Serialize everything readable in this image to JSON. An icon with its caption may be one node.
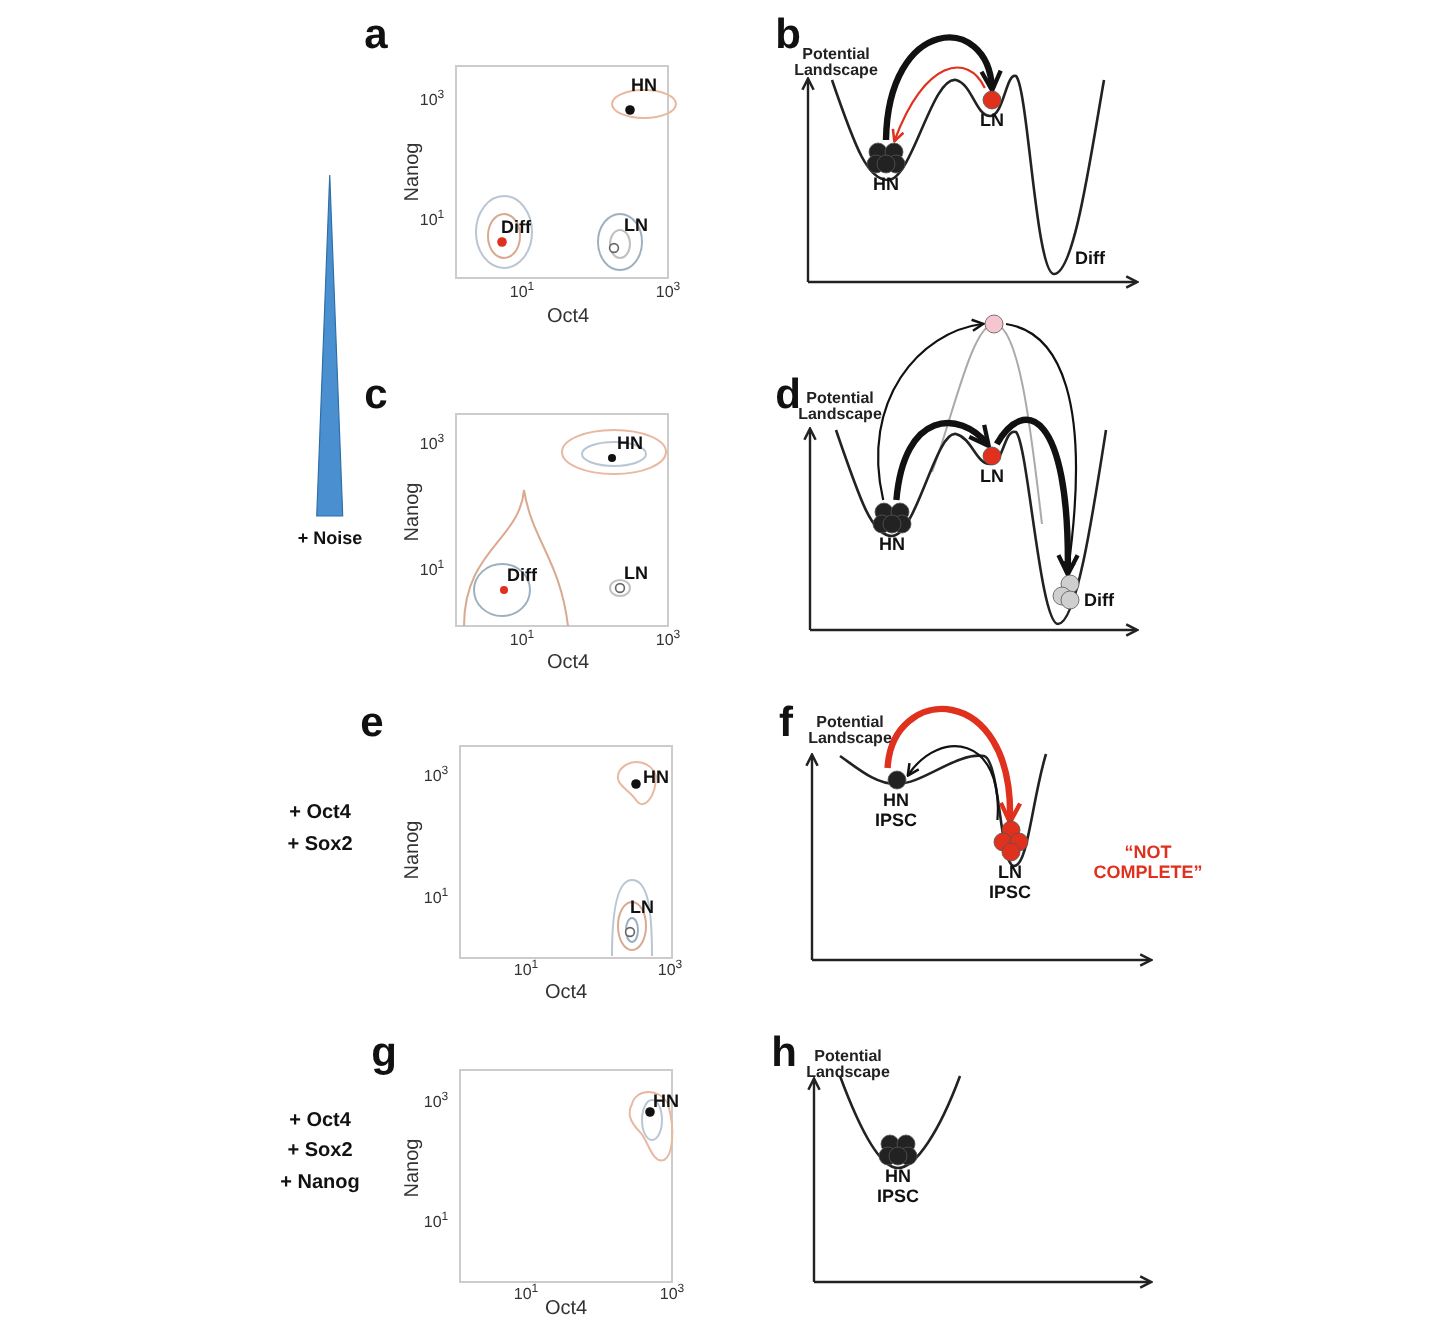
{
  "diagram": {
    "nodes": [
      {
        "text": [
          "HN"
        ]
      },
      {
        "text": [
          "LN"
        ]
      },
      {
        "text": [
          "Diff"
        ]
      },
      {
        "text": [
          "HN"
        ]
      },
      {
        "text": [
          "LN"
        ]
      },
      {
        "text": [
          "Diff"
        ]
      },
      {
        "text": [],
        "shape": "circle"
      },
      {
        "text": [
          "HN IPSC"
        ]
      },
      {
        "text": [
          "LN IPSC"
        ],
        "beside": [
          "“NOT COMPLETE”"
        ]
      },
      {
        "text": [
          "HN IPSC"
        ]
      },
      {
        "text": [
          "+ Noise"
        ]
      }
    ],
    "edges": [
      {
        "from": 0,
        "to": 1,
        "arrow": "to",
        "style": "thick"
      },
      {
        "from": 1,
        "to": 0,
        "arrow": "to",
        "color": "#e0301e"
      },
      {
        "from": 3,
        "to": 4,
        "arrow": "to",
        "style": "thick"
      },
      {
        "from": 4,
        "to": 5,
        "arrow": "to",
        "style": "thick"
      },
      {
        "from": 3,
        "to": 6,
        "arrow": "to"
      },
      {
        "from": 6,
        "to": 5,
        "arrow": "to"
      },
      {
        "from": 7,
        "to": 8,
        "arrow": "to",
        "style": "thick",
        "color": "#e0301e"
      },
      {
        "from": 8,
        "to": 7,
        "arrow": "to"
      }
    ],
    "labels": [
      "a",
      "b",
      "Potential Landscape",
      "Nanog",
      "10$^{3}$",
      "HN",
      "10$^{1}$",
      "Diff",
      "LN",
      "10$^{1}$",
      "10$^{3}$",
      "Oct4",
      "c",
      "d",
      "Potential Landscape",
      "Nanog",
      "10$^{3}$",
      "HN",
      "10$^{1}$",
      "Diff",
      "LN",
      "10$^{1}$",
      "10$^{3}$",
      "Oct4",
      "e",
      "f",
      "Potential Landscape",
      "Nanog",
      "10$^{3}$",
      "HN",
      "+ Oct4",
      "+ Sox2",
      "10$^{1}$",
      "LN",
      "10$^{1}$",
      "10$^{3}$",
      "Oct4",
      "g",
      "h",
      "Potential Landscape",
      "Nanog",
      "10$^{3}$",
      "HN",
      "+ Oct4",
      "+ Sox2",
      "+ Nanog",
      "10$^{1}$",
      "10$^{1}$",
      "10$^{3}$",
      "Oct4"
    ]
  }
}
